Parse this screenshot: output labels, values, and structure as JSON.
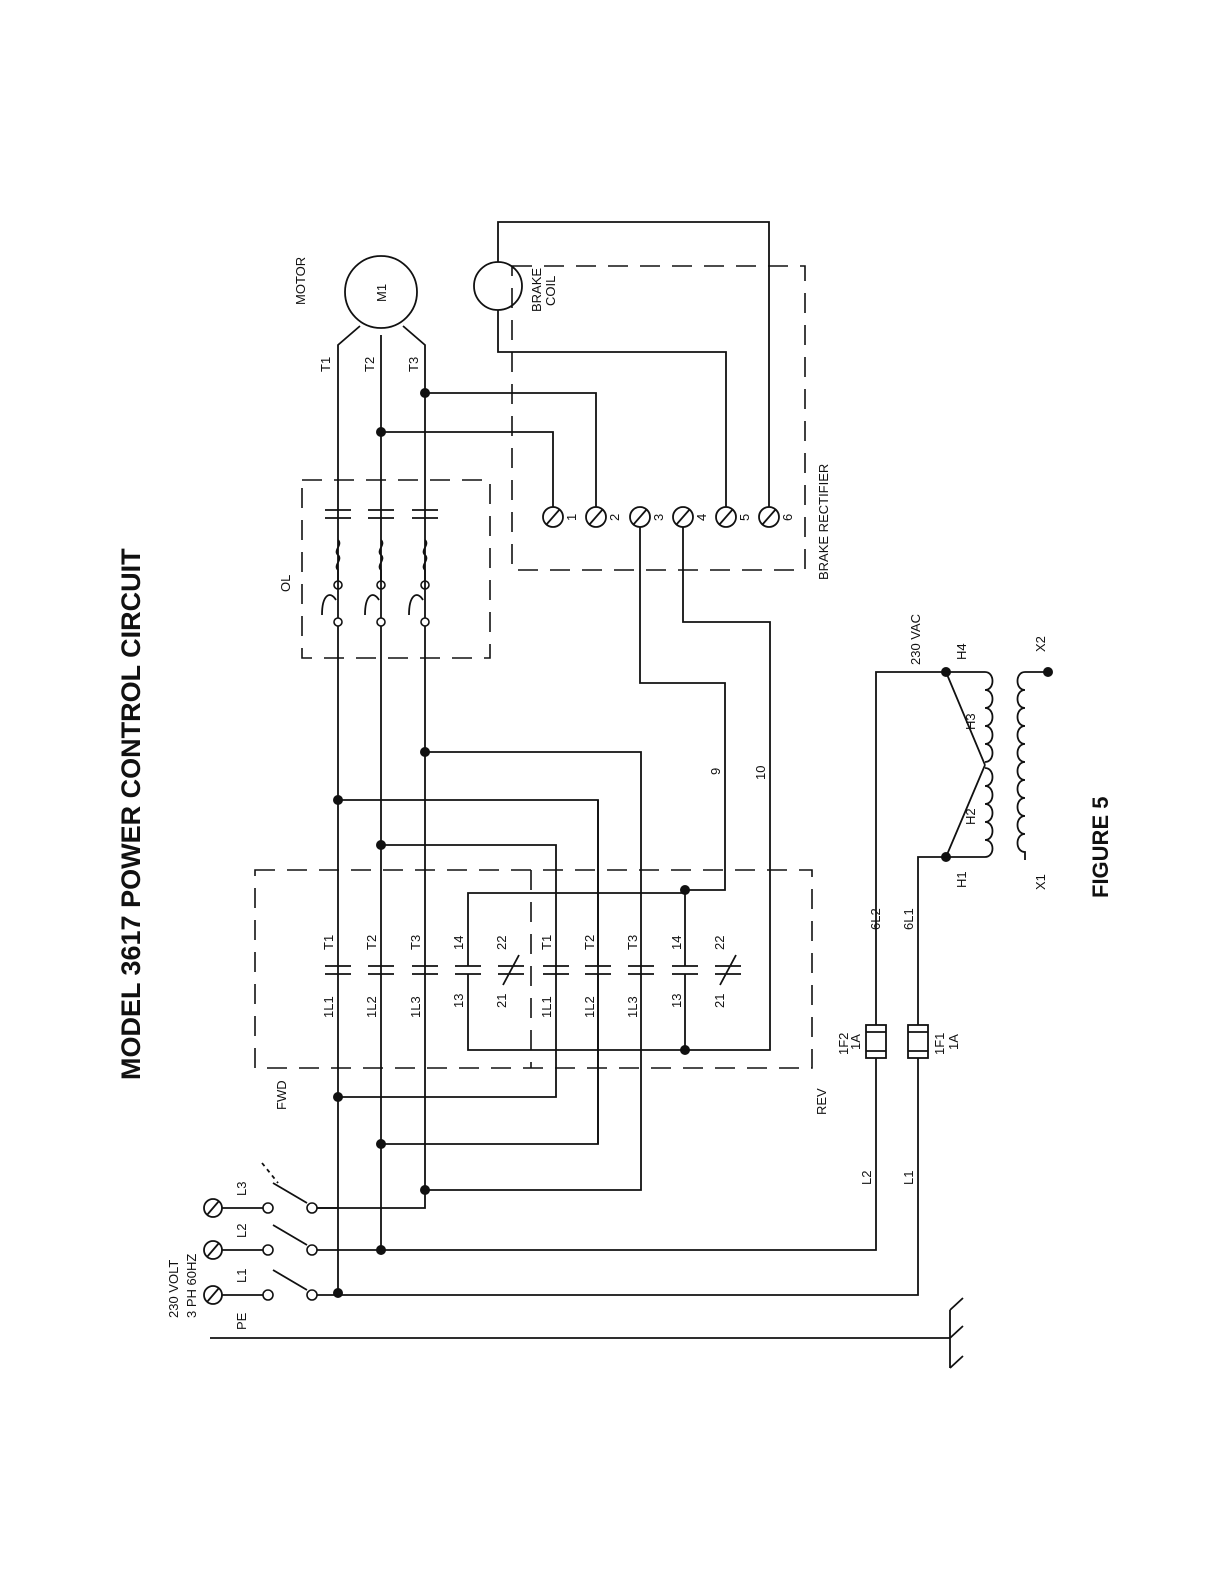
{
  "title": "MODEL 3617 POWER CONTROL CIRCUIT",
  "figure": "FIGURE 5",
  "supply": {
    "line1": "230 VOLT",
    "line2": "3 PH 60HZ",
    "pe": "PE",
    "l1": "L1",
    "l2": "L2",
    "l3": "L3"
  },
  "motor": {
    "label": "MOTOR",
    "name": "M1",
    "t1": "T1",
    "t2": "T2",
    "t3": "T3"
  },
  "brake_coil": {
    "line1": "BRAKE",
    "line2": "COIL"
  },
  "brake_rectifier": {
    "label": "BRAKE RECTIFIER",
    "terminals": [
      "1",
      "2",
      "3",
      "4",
      "5",
      "6"
    ]
  },
  "overload": {
    "label": "OL"
  },
  "contactors": {
    "fwd": "FWD",
    "rev": "REV",
    "line_terms": [
      "1L1",
      "1L2",
      "1L3",
      "13",
      "21"
    ],
    "load_terms": [
      "T1",
      "T2",
      "T3",
      "14",
      "22"
    ]
  },
  "wires": {
    "w9": "9",
    "w10": "10",
    "l1": "L1",
    "l2": "L2",
    "six_l1": "6L1",
    "six_l2": "6L2"
  },
  "fuses": {
    "f1": "1F1",
    "f1_rating": "1A",
    "f2": "1F2",
    "f2_rating": "1A"
  },
  "transformer": {
    "voltage": "230 VAC",
    "h1": "H1",
    "h2": "H2",
    "h3": "H3",
    "h4": "H4",
    "x1": "X1",
    "x2": "X2"
  }
}
